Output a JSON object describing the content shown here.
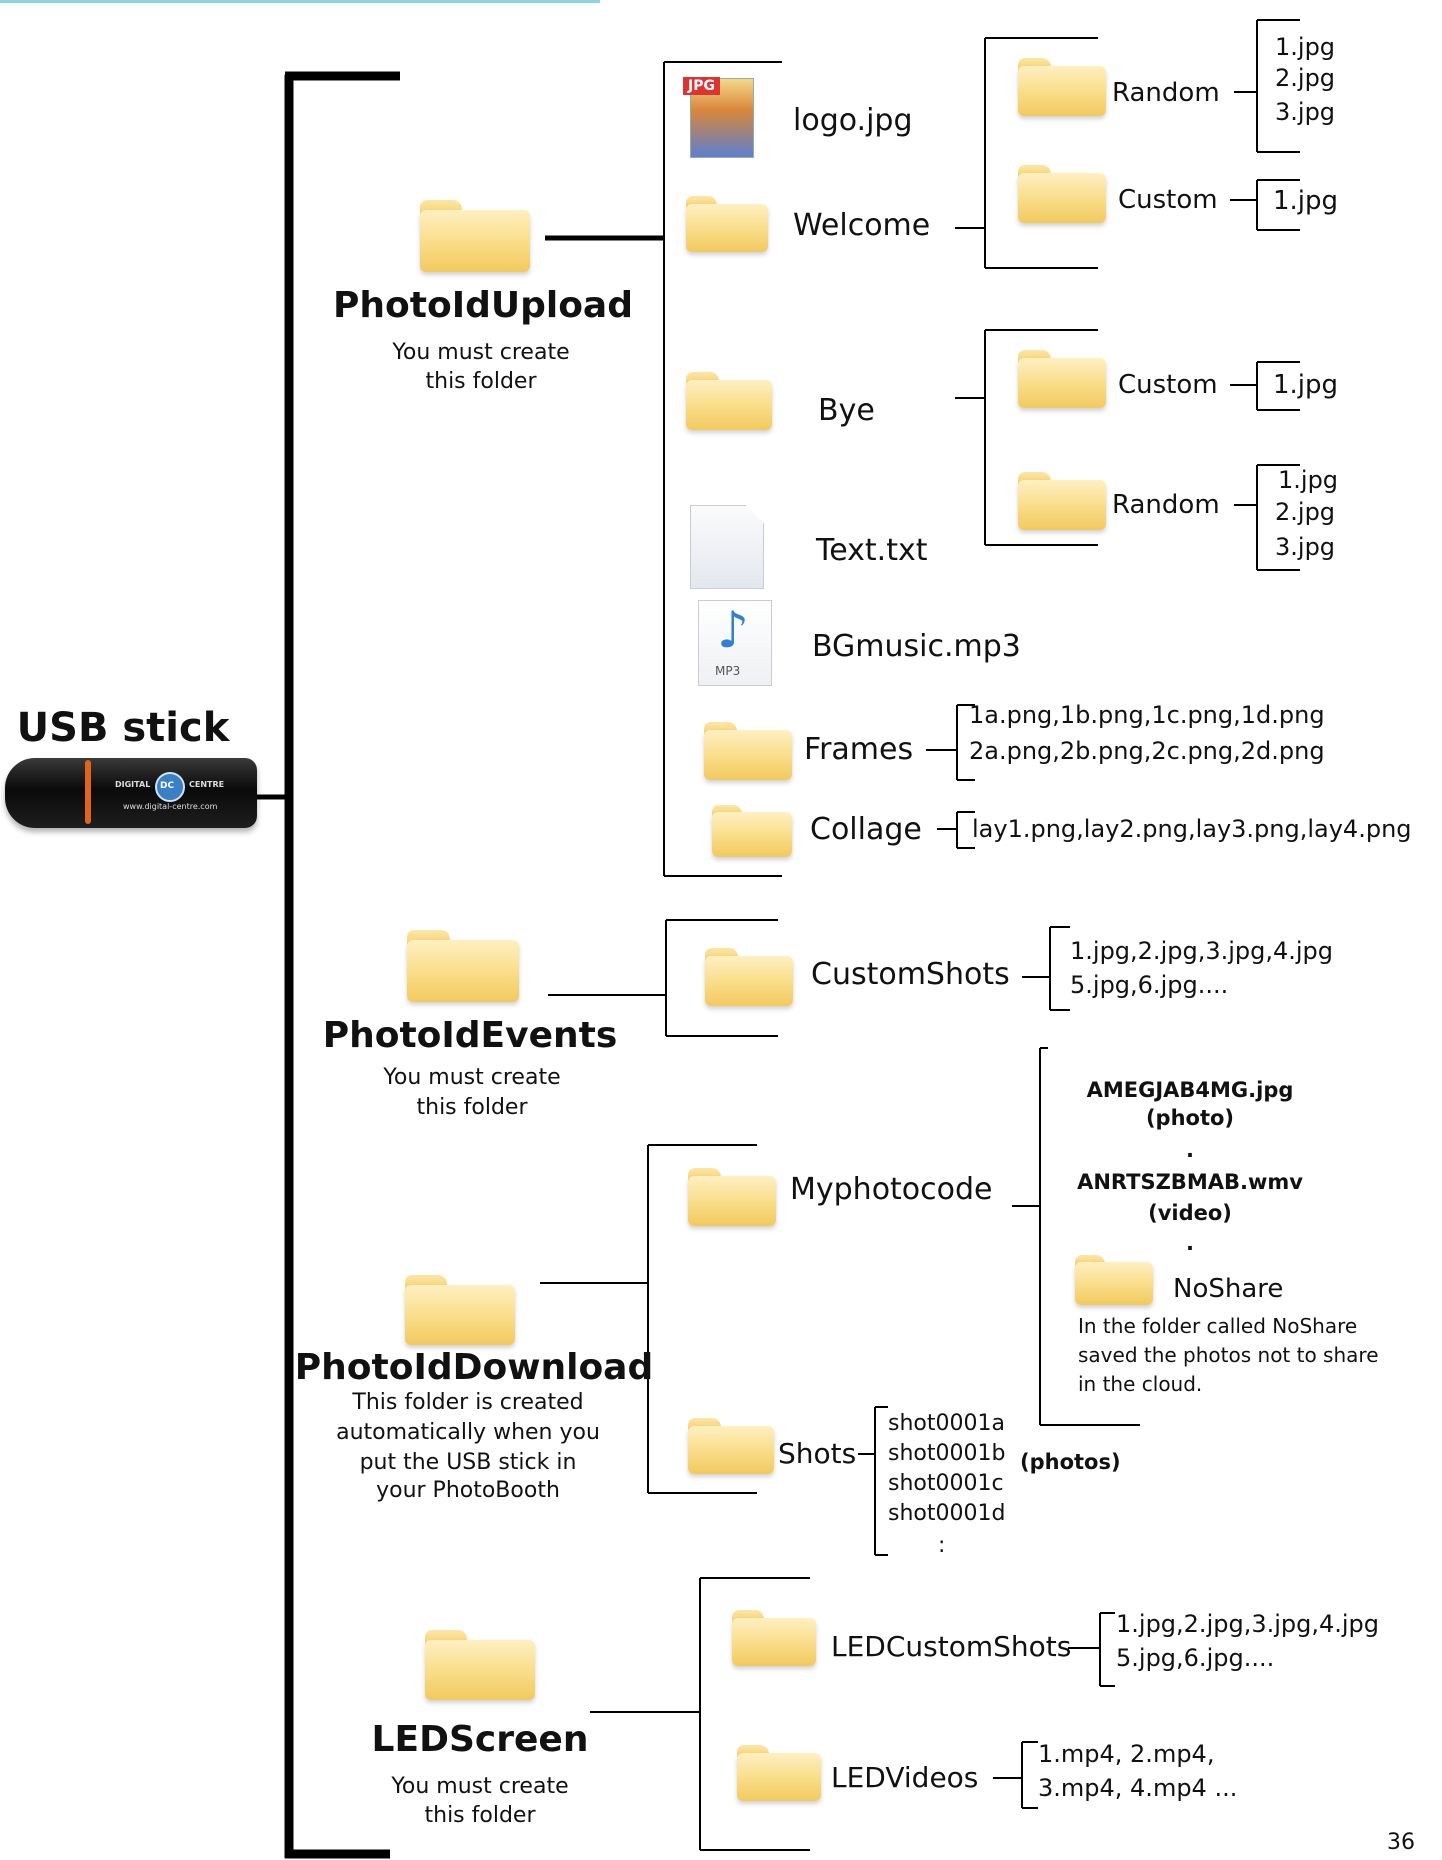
{
  "root": {
    "title": "USB stick",
    "usb_brand": "DIGITAL",
    "usb_logo": "DC",
    "usb_brand2": "CENTRE",
    "usb_url": "www.digital-centre.com"
  },
  "upload": {
    "name": "PhotoIdUpload",
    "note1": "You must create",
    "note2": "this folder",
    "logo": "logo.jpg",
    "jpg_badge": "JPG",
    "welcome": "Welcome",
    "welcome_random": "Random",
    "welcome_random_files": [
      "1.jpg",
      "2.jpg",
      "3.jpg"
    ],
    "welcome_custom": "Custom",
    "welcome_custom_file": "1.jpg",
    "bye": "Bye",
    "bye_custom": "Custom",
    "bye_custom_file": "1.jpg",
    "bye_random": "Random",
    "bye_random_files": [
      "1.jpg",
      "2.jpg",
      "3.jpg"
    ],
    "text": "Text.txt",
    "music": "BGmusic.mp3",
    "mp3_badge": "MP3",
    "frames": "Frames",
    "frames_files": [
      "1a.png,1b.png,1c.png,1d.png",
      "2a.png,2b.png,2c.png,2d.png"
    ],
    "collage": "Collage",
    "collage_files": "lay1.png,lay2.png,lay3.png,lay4.png"
  },
  "events": {
    "name": "PhotoIdEvents",
    "note1": "You must create",
    "note2": "this folder",
    "custom": "CustomShots",
    "custom_files": [
      "1.jpg,2.jpg,3.jpg,4.jpg",
      "5.jpg,6.jpg...."
    ]
  },
  "download": {
    "name": "PhotoIdDownload",
    "note": [
      "This folder is created",
      "automatically when you",
      "put the USB stick in",
      "your PhotoBooth"
    ],
    "myphotocode": "Myphotocode",
    "photo_file": "AMEGJAB4MG.jpg",
    "photo_type": "(photo)",
    "dot": ".",
    "video_file": "ANRTSZBMAB.wmv",
    "video_type": "(video)",
    "noshare": "NoShare",
    "noshare_note": [
      "In the folder called NoShare",
      "saved the photos not to share",
      "in the cloud."
    ],
    "shots": "Shots",
    "shot_files": [
      "shot0001a",
      "shot0001b",
      "shot0001c",
      "shot0001d"
    ],
    "shot_more": ":",
    "shots_type": "(photos)"
  },
  "led": {
    "name": "LEDScreen",
    "note1": "You must create",
    "note2": "this folder",
    "custom": "LEDCustomShots",
    "custom_files": [
      "1.jpg,2.jpg,3.jpg,4.jpg",
      "5.jpg,6.jpg...."
    ],
    "videos": "LEDVideos",
    "video_files": [
      "1.mp4, 2.mp4,",
      "3.mp4, 4.mp4 ..."
    ]
  },
  "page_number": "36"
}
